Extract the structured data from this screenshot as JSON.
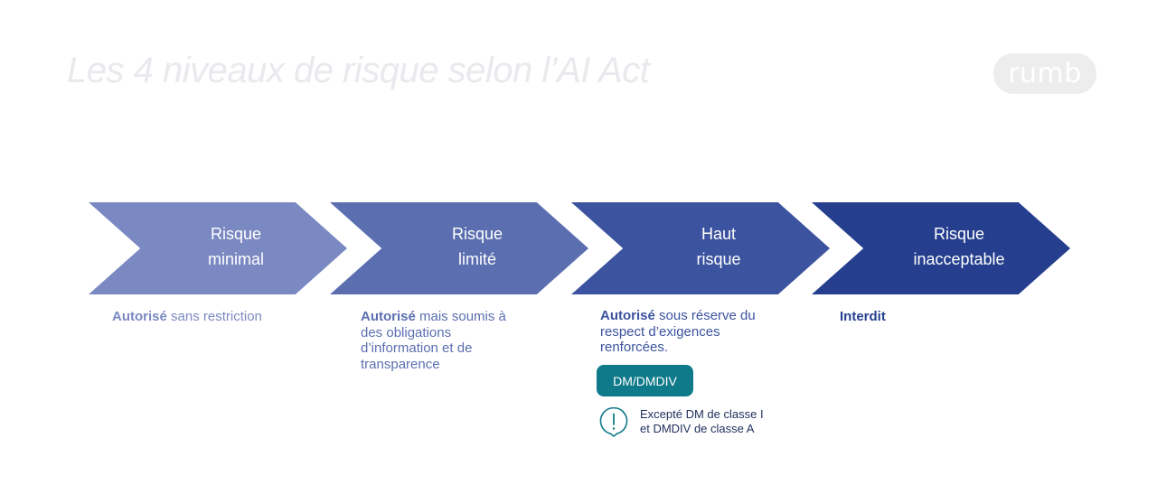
{
  "title": "Les 4 niveaux de risque selon l’AI Act",
  "logo": {
    "text": "rumb"
  },
  "levels": [
    {
      "line1": "Risque",
      "line2": "minimal",
      "color": "#7a89c1",
      "desc_bold": "Autorisé",
      "desc_rest": " sans restriction",
      "text_color": "#7a89c1"
    },
    {
      "line1": "Risque",
      "line2": "limité",
      "color": "#5b6fb0",
      "desc_bold": "Autorisé",
      "desc_rest": " mais soumis à des obligations d’information et de transparence",
      "text_color": "#5b6fb0"
    },
    {
      "line1": "Haut",
      "line2": "risque",
      "color": "#3c539f",
      "desc_bold": "Autorisé",
      "desc_rest": " sous réserve du respect d’exigences renforcées.",
      "text_color": "#3c539f"
    },
    {
      "line1": "Risque",
      "line2": "inacceptable",
      "color": "#253f8e",
      "desc_bold": "Interdit",
      "desc_rest": "",
      "text_color": "#253f8e"
    }
  ],
  "badge": {
    "label": "DM/DMDIV",
    "color": "#0f7a8a"
  },
  "note": {
    "icon": "exclamation-icon",
    "line1": "Excepté DM de classe I",
    "line2": "et DMDIV de classe A",
    "icon_color": "#0f7a8a"
  }
}
